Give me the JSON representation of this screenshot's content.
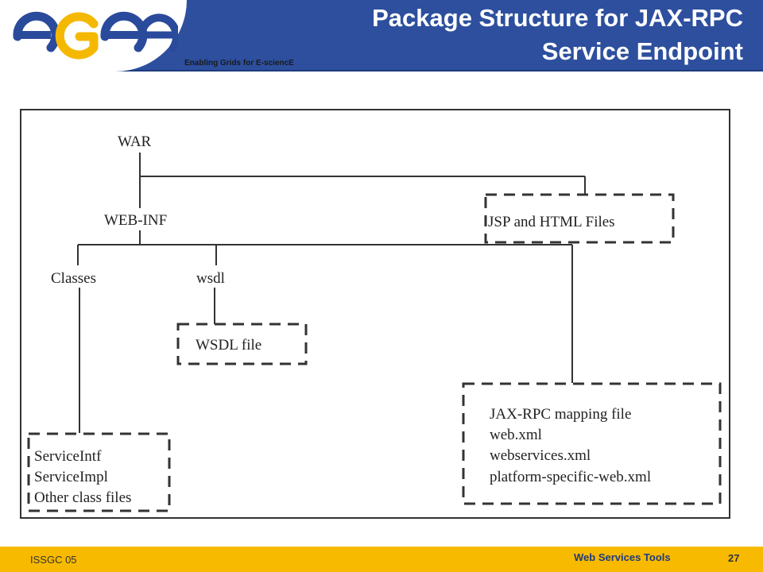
{
  "header": {
    "logo_text": "egee",
    "tagline": "Enabling Grids for E-sciencE",
    "title_lines": [
      "Package Structure for JAX-RPC",
      "Service Endpoint"
    ]
  },
  "diagram": {
    "nodes": {
      "war": "WAR",
      "web_inf": "WEB-INF",
      "jsp_html": "JSP and HTML Files",
      "classes": "Classes",
      "wsdl": "wsdl",
      "wsdl_file": "WSDL file",
      "class_files": [
        "ServiceIntf",
        "ServiceImpl",
        "Other class files"
      ],
      "descriptor_files": [
        "JAX-RPC mapping file",
        "web.xml",
        "webservices.xml",
        "platform-specific-web.xml"
      ]
    }
  },
  "footer": {
    "left": "ISSGC 05",
    "center": "Web Services Tools",
    "page_number": "27"
  },
  "colors": {
    "header_blue": "#2d4f9e",
    "footer_gold": "#f7ba00",
    "logo_blue": "#2a4a9c",
    "logo_gold": "#f5b800"
  }
}
